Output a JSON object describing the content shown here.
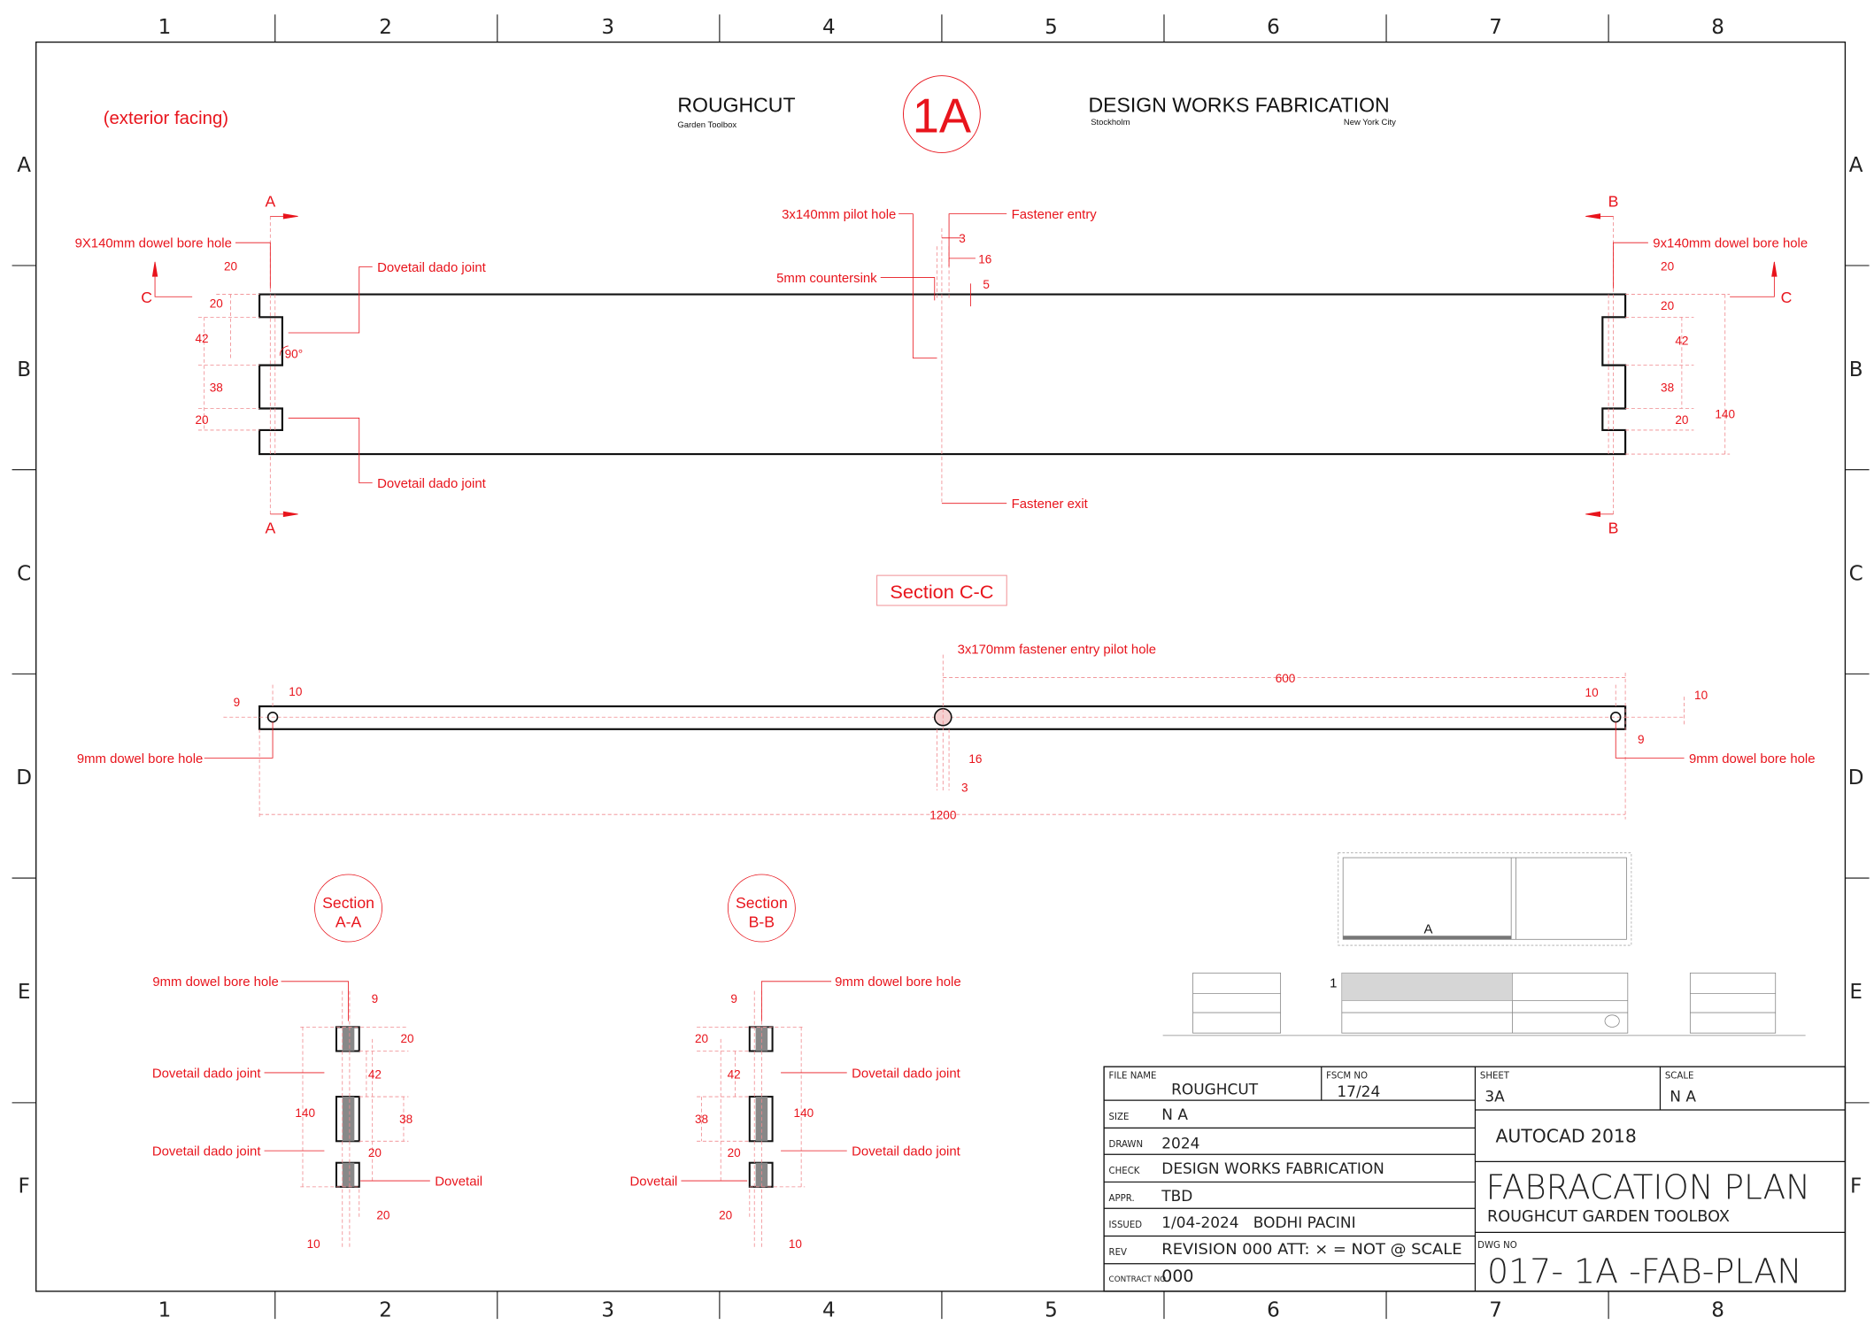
{
  "grid": {
    "cols": [
      "1",
      "2",
      "3",
      "4",
      "5",
      "6",
      "7",
      "8"
    ],
    "rows": [
      "A",
      "B",
      "C",
      "D",
      "E",
      "F"
    ]
  },
  "header": {
    "note": "(exterior facing)",
    "project": "ROUGHCUT",
    "project_sub": "Garden Toolbox",
    "badge": "1A",
    "company": "DESIGN WORKS FABRICATION",
    "city_left": "Stockholm",
    "city_right": "New York City"
  },
  "elevation": {
    "section_a": "A",
    "section_b": "B",
    "section_c": "C",
    "left_dowel": "9X140mm dowel bore hole",
    "right_dowel": "9x140mm dowel bore hole",
    "dado_top": "Dovetail dado joint",
    "dado_bottom": "Dovetail dado joint",
    "pilot_hole": "3x140mm pilot hole",
    "countersink": "5mm countersink",
    "fastener_entry": "Fastener entry",
    "fastener_exit": "Fastener exit",
    "angle": "90°",
    "dims_left": [
      "20",
      "20",
      "42",
      "38",
      "20"
    ],
    "dims_right": [
      "20",
      "20",
      "42",
      "38",
      "20",
      "140"
    ],
    "dims_center": [
      "3",
      "16",
      "5"
    ]
  },
  "section_cc": {
    "title": "Section C-C",
    "pilot": "3x170mm fastener entry pilot hole",
    "left_hole": "9mm dowel bore hole",
    "right_hole": "9mm dowel bore hole",
    "dims": {
      "left_9": "9",
      "left_10": "10",
      "span": "600",
      "right_10": "10",
      "right_10b": "10",
      "right_9": "9",
      "c16": "16",
      "c3": "3",
      "total": "1200"
    }
  },
  "section_aa": {
    "title_1": "Section",
    "title_2": "A-A",
    "dowel": "9mm dowel bore hole",
    "dado_1": "Dovetail dado joint",
    "dado_2": "Dovetail dado joint",
    "dovetail": "Dovetail",
    "dims": {
      "d9": "9",
      "d20a": "20",
      "d42": "42",
      "d140": "140",
      "d38": "38",
      "d20b": "20",
      "d20c": "20",
      "d10": "10"
    }
  },
  "section_bb": {
    "title_1": "Section",
    "title_2": "B-B",
    "dowel": "9mm dowel bore hole",
    "dado_1": "Dovetail dado joint",
    "dado_2": "Dovetail dado joint",
    "dovetail": "Dovetail",
    "dims": {
      "d9": "9",
      "d20a": "20",
      "d42": "42",
      "d140": "140",
      "d38": "38",
      "d20b": "20",
      "d20c": "20",
      "d10": "10"
    }
  },
  "key_plan": {
    "marker_a": "A",
    "marker_1": "1"
  },
  "title_block": {
    "file_name_label": "FILE NAME",
    "file_name": "ROUGHCUT",
    "fscm_label": "FSCM NO",
    "fscm": "17/24",
    "sheet_label": "SHEET",
    "sheet": "3A",
    "scale_label": "SCALE",
    "scale": "N A",
    "size_label": "SIZE",
    "size": "N A",
    "drawn_label": "DRAWN",
    "drawn": "2024",
    "check_label": "CHECK",
    "check": "DESIGN WORKS FABRICATION",
    "appr_label": "APPR.",
    "appr": "TBD",
    "issued_label": "ISSUED",
    "issued": "1/04-2024   BODHI PACINI",
    "rev_label": "REV",
    "rev": "REVISION 000  ATT: × = NOT @ SCALE",
    "contract_label": "CONTRACT NO",
    "contract": "000",
    "software": "AUTOCAD 2018",
    "plan_title": "FABRACATION PLAN",
    "plan_subtitle": "ROUGHCUT GARDEN TOOLBOX",
    "dwg_label": "DWG NO",
    "dwg": "017- 1A -FAB-PLAN"
  }
}
